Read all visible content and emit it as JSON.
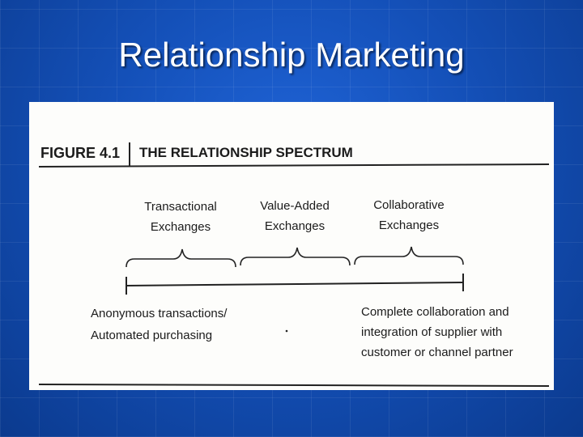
{
  "slide": {
    "title": "Relationship Marketing"
  },
  "figure": {
    "label": "FIGURE 4.1",
    "title": "THE RELATIONSHIP SPECTRUM",
    "bands": [
      {
        "line1": "Transactional",
        "line2": "Exchanges"
      },
      {
        "line1": "Value-Added",
        "line2": "Exchanges"
      },
      {
        "line1": "Collaborative",
        "line2": "Exchanges"
      }
    ],
    "left_note": {
      "line1": "Anonymous transactions/",
      "line2": "Automated purchasing"
    },
    "right_note": {
      "line1": "Complete collaboration and",
      "line2": "integration of supplier with",
      "line3": "customer or channel partner"
    }
  },
  "colors": {
    "background": "#1450b8",
    "title_text": "#ffffff",
    "panel": "#fdfdfb",
    "ink": "#1b1b1b"
  }
}
